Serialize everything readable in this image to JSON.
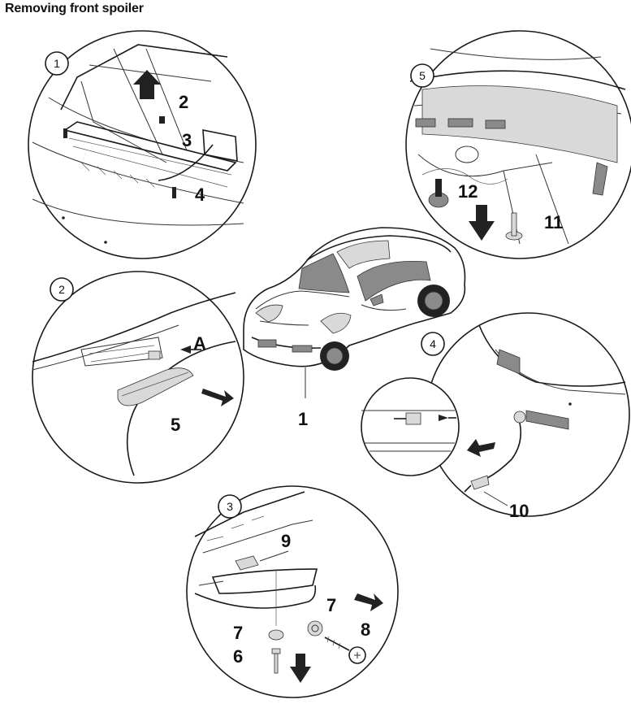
{
  "title": "Removing front spoiler",
  "callouts": {
    "c1": "1",
    "c2": "2",
    "c3": "3",
    "c4": "4",
    "c5": "5"
  },
  "labels": {
    "l1": "1",
    "l2": "2",
    "l3": "3",
    "l4": "4",
    "l5": "5",
    "l6": "6",
    "l7a": "7",
    "l7b": "7",
    "l8": "8",
    "l9": "9",
    "l10": "10",
    "l11": "11",
    "l12": "12",
    "lA": "A"
  }
}
